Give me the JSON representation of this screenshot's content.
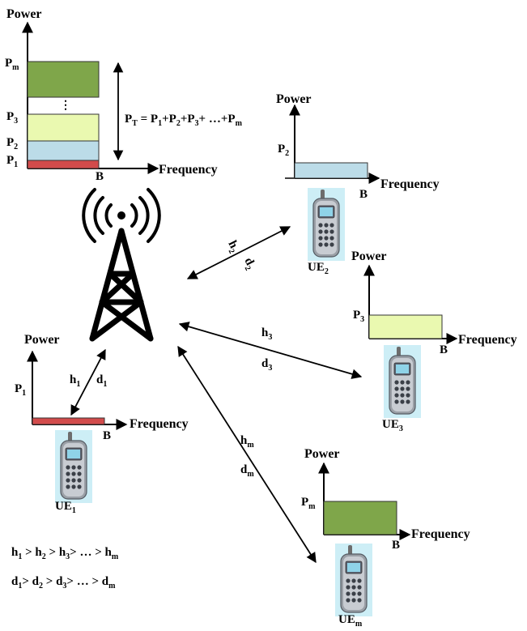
{
  "colors": {
    "p1": "#d24b4b",
    "p2": "#bcdce8",
    "p3": "#eaf9b0",
    "pm": "#7fa64a",
    "phone_bg": "#cdeef6"
  },
  "icons": {
    "tower": "cell-tower-icon",
    "phone": "mobile-phone-icon"
  },
  "top_plot": {
    "y_label": "Power",
    "x_label": "Frequency",
    "bandwidth_label": "B",
    "levels": [
      {
        "label": "P",
        "sub": "1"
      },
      {
        "label": "P",
        "sub": "2"
      },
      {
        "label": "P",
        "sub": "3"
      },
      {
        "label": "P",
        "sub": "m"
      }
    ],
    "ellipsis": "⋮",
    "total": {
      "lhs": "P",
      "lhs_sub": "T",
      "eq": " = ",
      "terms": [
        {
          "p": "P",
          "s": "1",
          "after": "+"
        },
        {
          "p": "P",
          "s": "2",
          "after": "+"
        },
        {
          "p": "P",
          "s": "3",
          "after": "+ …+"
        },
        {
          "p": "P",
          "s": "m",
          "after": ""
        }
      ]
    }
  },
  "users": [
    {
      "id": "ue1",
      "name": "UE",
      "sub": "1",
      "power": "P",
      "power_sub": "1",
      "y_label": "Power",
      "x_label": "Frequency",
      "bandwidth_label": "B",
      "channel": "h",
      "channel_sub": "1",
      "distance": "d",
      "distance_sub": "1"
    },
    {
      "id": "ue2",
      "name": "UE",
      "sub": "2",
      "power": "P",
      "power_sub": "2",
      "y_label": "Power",
      "x_label": "Frequency",
      "bandwidth_label": "B",
      "channel": "h",
      "channel_sub": "2",
      "distance": "d",
      "distance_sub": "2"
    },
    {
      "id": "ue3",
      "name": "UE",
      "sub": "3",
      "power": "P",
      "power_sub": "3",
      "y_label": "Power",
      "x_label": "Frequency",
      "bandwidth_label": "B",
      "channel": "h",
      "channel_sub": "3",
      "distance": "d",
      "distance_sub": "3"
    },
    {
      "id": "uem",
      "name": "UE",
      "sub": "m",
      "power": "P",
      "power_sub": "m",
      "y_label": "Power",
      "x_label": "Frequency",
      "bandwidth_label": "B",
      "channel": "h",
      "channel_sub": "m",
      "distance": "d",
      "distance_sub": "m"
    }
  ],
  "inequalities": {
    "channel": {
      "parts": [
        [
          "h",
          "1",
          " > "
        ],
        [
          "h",
          "2",
          " > "
        ],
        [
          "h",
          "3",
          "> … > "
        ],
        [
          "h",
          "m",
          ""
        ]
      ]
    },
    "distance": {
      "parts": [
        [
          "d",
          "1",
          "> "
        ],
        [
          "d",
          "2",
          " > "
        ],
        [
          "d",
          "3",
          "> … > "
        ],
        [
          "d",
          "m",
          ""
        ]
      ]
    }
  }
}
